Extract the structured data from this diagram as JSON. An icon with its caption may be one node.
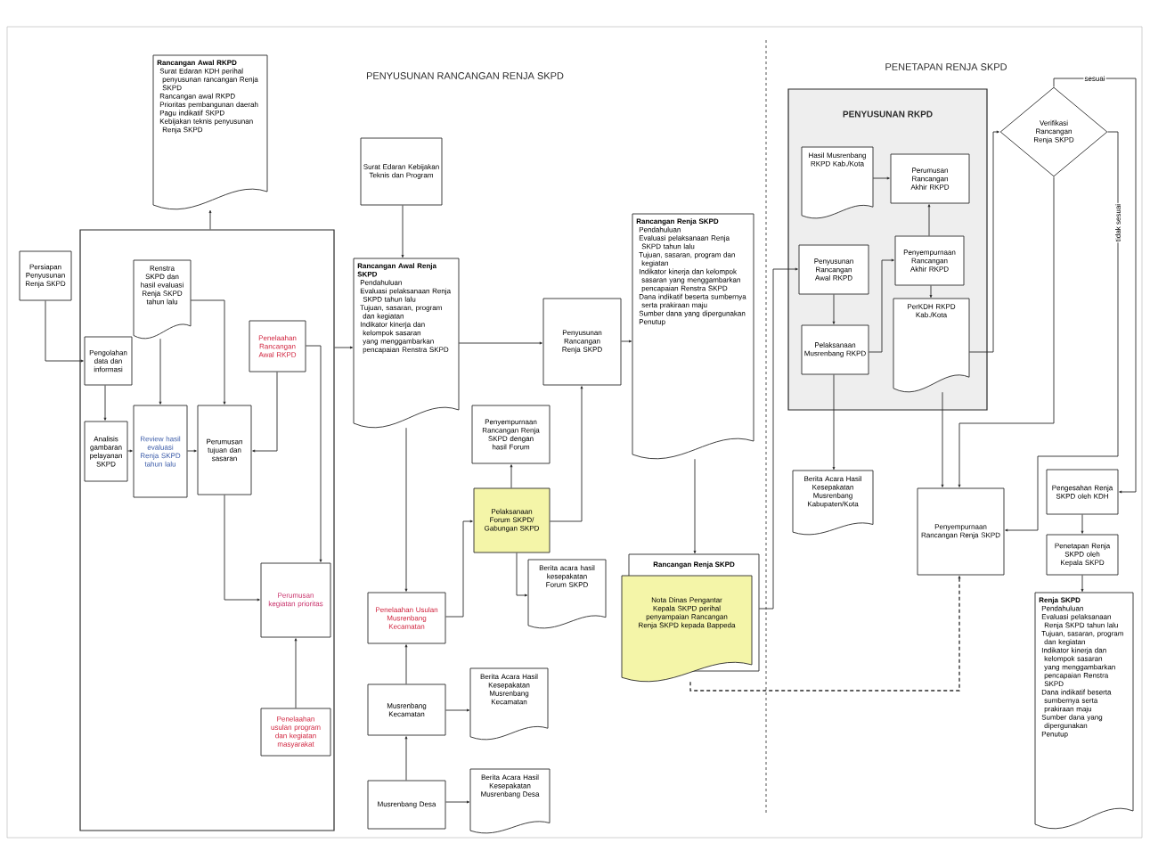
{
  "diagram": {
    "nodes": [
      {
        "text": [
          "Rancangan Awal RKPD",
          "Surat Edaran KDH perihal penyusunan rancangan Renja SKPD",
          "Rancangan awal RKPD",
          "Prioritas pembangunan daerah",
          "Pagu indikatif SKPD",
          "Kebijakan teknis penyusunan Renja SKPD"
        ]
      },
      {
        "text": [],
        "shape": "box"
      },
      {
        "text": [
          "Persiapan Penyusunan Renja SKPD"
        ]
      },
      {
        "text": [
          "Pengolahan data dan informasi"
        ],
        "in": 1
      },
      {
        "text": [
          "Renstra SKPD dan hasil evaluasi Renja SKPD tahun lalu"
        ],
        "in": 1
      },
      {
        "text": [
          "Analisis gambaran pelayanan SKPD"
        ],
        "in": 1
      },
      {
        "text": [
          "Review hasil evaluasi Renja SKPD tahun lalu"
        ],
        "in": 1
      },
      {
        "text": [
          "Perumusan tujuan dan sasaran"
        ],
        "in": 1
      },
      {
        "text": [
          "Penelaahan Rancangan Awal RKPD"
        ],
        "in": 1
      },
      {
        "text": [
          "Perumusan kegiatan prioritas"
        ],
        "in": 1
      },
      {
        "text": [
          "Penelaahan usulan program dan kegiatan masyarakat"
        ],
        "in": 1
      },
      {
        "text": [
          "Surat Edaran Kebijakan Teknis dan Program"
        ]
      },
      {
        "text": [
          "Rancangan Awal Renja SKPD",
          "Pendahuluan",
          "Evaluasi pelaksanaan Renja SKPD tahun lalu",
          "Tujuan, sasaran, program dan kegiatan",
          "Indikator kinerja dan kelompok sasaran yang menggambarkan pencapaian Renstra SKPD"
        ]
      },
      {
        "text": [
          "Penyusunan Rancangan Renja SKPD"
        ]
      },
      {
        "text": [
          "Rancangan Renja SKPD",
          "Pendahuluan",
          "Evaluasi pelaksanaan Renja SKPD tahun lalu",
          "Tujuan, sasaran, program dan kegiatan",
          "Indikator kinerja dan kelompok sasaran yang menggambarkan pencapaian Renstra SKPD",
          "Dana indikatif beserta sumbernya serta prakiraan maju",
          "Sumber dana yang dipergunakan",
          "Penutup"
        ]
      },
      {
        "text": [
          "Penyempurnaan Rancangan Renja SKPD dengan hasil Forum"
        ]
      },
      {
        "text": [
          "Pelaksanaan Forum SKPD/ Gabungan SKPD"
        ]
      },
      {
        "text": [
          "Berita acara hasil kesepakatan Forum SKPD"
        ]
      },
      {
        "text": [
          "Penelaahan Usulan Musrenbang Kecamatan"
        ]
      },
      {
        "text": [
          "Musrenbang Kecamatan"
        ]
      },
      {
        "text": [
          "Berita Acara Hasil Kesepakatan Musrenbang Kecamatan"
        ]
      },
      {
        "text": [
          "Musrenbang Desa"
        ]
      },
      {
        "text": [
          "Berita Acara Hasil Kesepakatan Musrenbang Desa"
        ]
      },
      {
        "text": [
          "Rancangan Renja SKPD",
          "Nota Dinas Pengantar Kepala SKPD perihal penyampaian Rancangan Renja SKPD kepada Bappeda"
        ]
      },
      {
        "text": [
          "PENYUSUNAN RKPD"
        ]
      },
      {
        "text": [
          "Hasil Musrenbang RKPD Kab./Kota"
        ],
        "in": 24
      },
      {
        "text": [
          "Perumusan Rancangan Akhir RKPD"
        ],
        "in": 24
      },
      {
        "text": [
          "Penyusunan Rancangan Awal RKPD"
        ],
        "in": 24
      },
      {
        "text": [
          "Penyempurnaan Rancangan Akhir RKPD"
        ],
        "in": 24
      },
      {
        "text": [
          "Pelaksanaan Musrenbang RKPD"
        ],
        "in": 24
      },
      {
        "text": [
          "PerKDH RKPD Kab./Kota"
        ],
        "in": 24
      },
      {
        "text": [
          "Berita Acara Hasil Kesepakatan Musrenbang Kabupaten/Kota"
        ]
      },
      {
        "text": [
          "Penyempurnaan Rancangan Renja SKPD"
        ]
      },
      {
        "text": [
          "Verifikasi Rancangan Renja SKPD"
        ]
      },
      {
        "text": [
          "Pengesahan Renja SKPD oleh KDH"
        ]
      },
      {
        "text": [
          "Penetapan Renja SKPD oleh Kepala SKPD"
        ]
      },
      {
        "text": [
          "Renja SKPD",
          "Pendahuluan",
          "Evaluasi pelaksanaan Renja SKPD tahun lalu",
          "Tujuan, sasaran, program dan kegiatan",
          "Indikator kinerja dan kelompok sasaran yang menggambarkan pencapaian Renstra SKPD",
          "Dana indikatif beserta sumbernya serta prakiraan maju",
          "Sumber dana yang dipergunakan",
          "Penutup"
        ]
      }
    ],
    "edges": [
      {
        "from": 1,
        "to": 0,
        "arrow": "to"
      },
      {
        "from": 2,
        "to": 3,
        "arrow": "to"
      },
      {
        "from": 3,
        "to": 5,
        "arrow": "to"
      },
      {
        "from": 5,
        "to": 6,
        "arrow": "to"
      },
      {
        "from": 4,
        "to": 6,
        "arrow": "to"
      },
      {
        "from": 4,
        "to": 7,
        "arrow": "to"
      },
      {
        "from": 6,
        "to": 7,
        "arrow": "to"
      },
      {
        "from": 8,
        "to": 7,
        "arrow": "to"
      },
      {
        "from": 7,
        "to": 9,
        "arrow": "to"
      },
      {
        "from": 8,
        "to": 9,
        "arrow": "to"
      },
      {
        "from": 10,
        "to": 9,
        "arrow": "to"
      },
      {
        "from": 1,
        "to": 12,
        "arrow": "to"
      },
      {
        "from": 11,
        "to": 12,
        "arrow": "to"
      },
      {
        "from": 12,
        "to": 13,
        "arrow": "to"
      },
      {
        "from": 13,
        "to": 14,
        "arrow": "to"
      },
      {
        "from": 12,
        "to": 18,
        "arrow": "to"
      },
      {
        "from": 18,
        "to": 16,
        "arrow": "to"
      },
      {
        "from": 19,
        "to": 18,
        "arrow": "to"
      },
      {
        "from": 21,
        "to": 19,
        "arrow": "to"
      },
      {
        "from": 19,
        "to": 20,
        "arrow": "to"
      },
      {
        "from": 21,
        "to": 22,
        "arrow": "to"
      },
      {
        "from": 16,
        "to": 15,
        "arrow": "to"
      },
      {
        "from": 16,
        "to": 13,
        "arrow": "to"
      },
      {
        "from": 16,
        "to": 17,
        "arrow": "to"
      },
      {
        "from": 14,
        "to": 23,
        "arrow": "to"
      },
      {
        "from": 23,
        "to": 27,
        "arrow": "to"
      },
      {
        "from": 25,
        "to": 26,
        "arrow": "to"
      },
      {
        "from": 27,
        "to": 29,
        "arrow": "to"
      },
      {
        "from": 29,
        "to": 28,
        "arrow": "to"
      },
      {
        "from": 28,
        "to": 26,
        "arrow": "to"
      },
      {
        "from": 28,
        "to": 30,
        "arrow": "to"
      },
      {
        "from": 30,
        "to": 33,
        "arrow": "to"
      },
      {
        "from": 29,
        "to": 31,
        "arrow": "to"
      },
      {
        "from": 30,
        "to": 32,
        "arrow": "to"
      },
      {
        "from": 33,
        "to": 32,
        "arrow": "to"
      },
      {
        "from": 33,
        "to": 32,
        "arrow": "to",
        "label": "tidak sesuai"
      },
      {
        "from": 33,
        "to": 34,
        "arrow": "to",
        "label": "sesuai"
      },
      {
        "from": 34,
        "to": 35,
        "arrow": "to"
      },
      {
        "from": 35,
        "to": 36,
        "arrow": "to"
      },
      {
        "from": 23,
        "to": 32,
        "arrow": "to",
        "style": "dashed"
      }
    ],
    "labels": [
      "PENYUSUNAN RANCANGAN RENJA SKPD",
      "PENETAPAN RENJA SKPD"
    ]
  }
}
